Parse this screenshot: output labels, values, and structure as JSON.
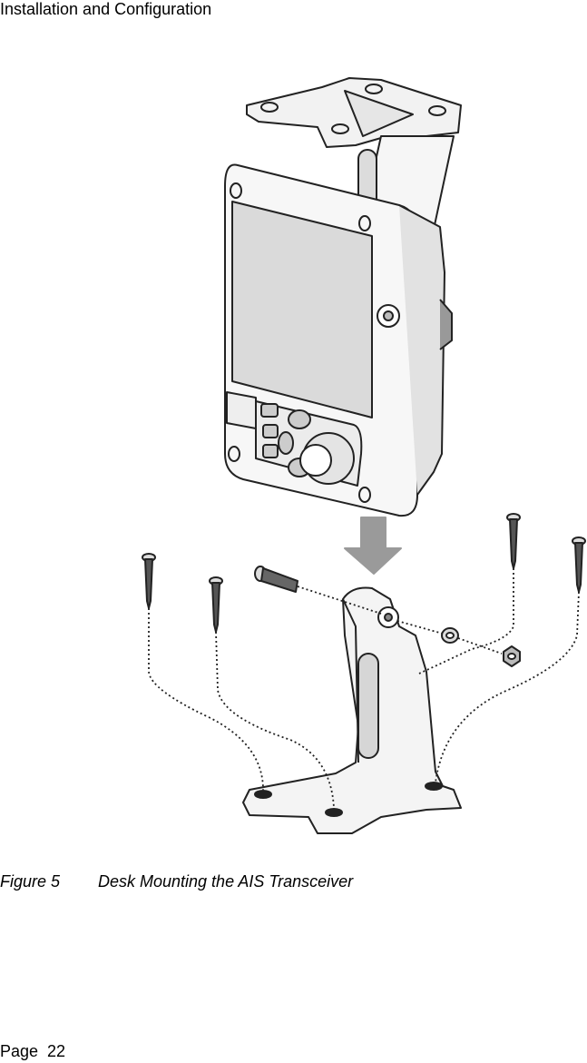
{
  "header": {
    "section_title": "Installation and Configuration"
  },
  "figure": {
    "number": "Figure 5",
    "caption": "Desk Mounting the AIS Transceiver"
  },
  "footer": {
    "page_label": "Page  22"
  }
}
